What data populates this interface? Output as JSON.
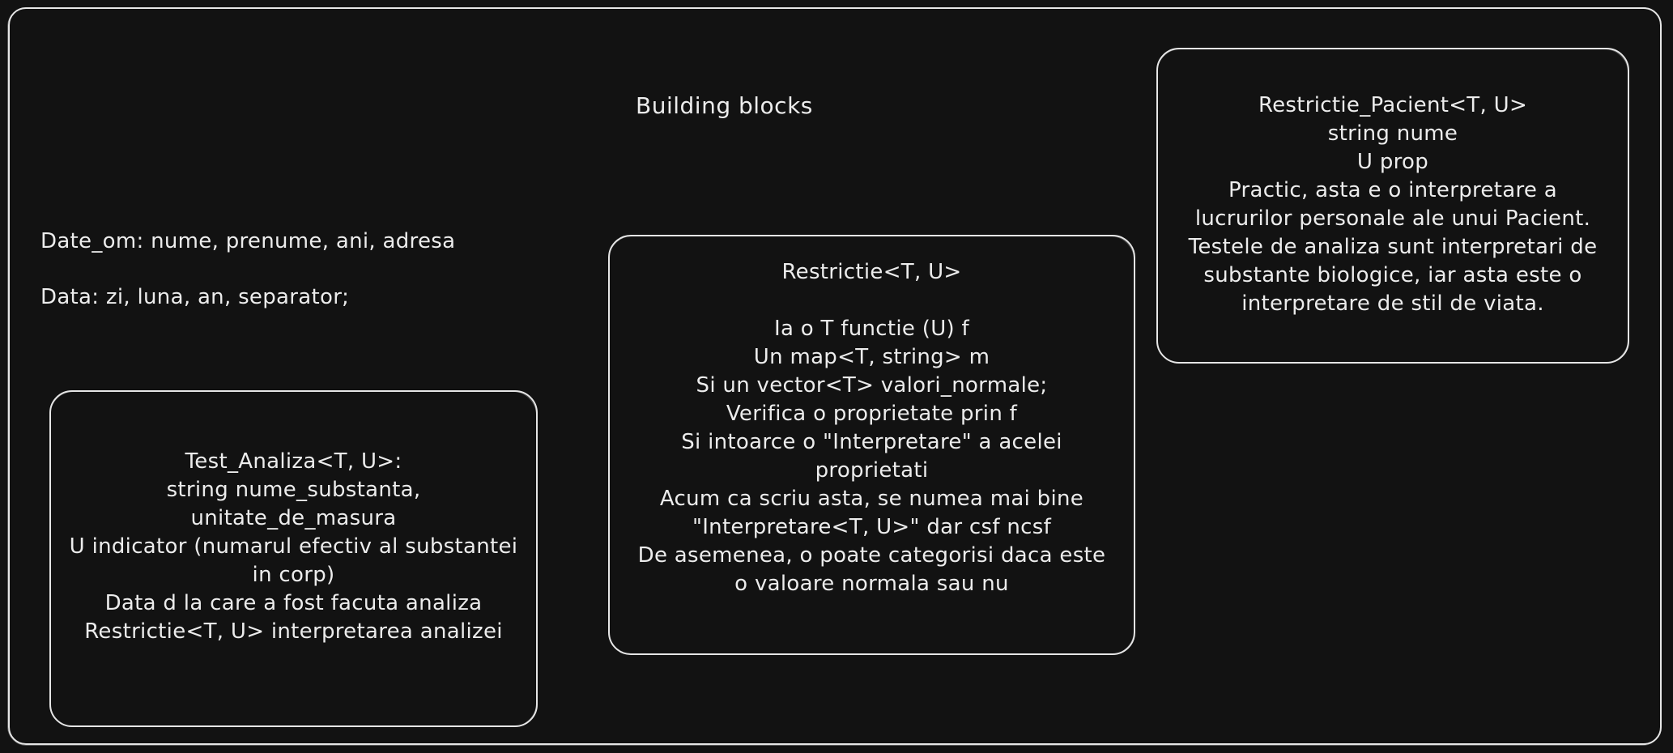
{
  "title": "Building blocks",
  "notes": [
    "Date_om: nume, prenume, ani, adresa",
    "Data: zi, luna, an, separator;"
  ],
  "boxes": {
    "test_analiza": {
      "lines": [
        "Test_Analiza<T, U>:",
        "string nume_substanta,",
        "unitate_de_masura",
        "U indicator (numarul efectiv al substantei",
        "in corp)",
        "Data d la care a fost facuta analiza",
        "Restrictie<T, U> interpretarea analizei"
      ]
    },
    "restrictie": {
      "heading": "Restrictie<T, U>",
      "lines": [
        "Ia o T functie (U) f",
        "Un map<T, string> m",
        "Si un vector<T> valori_normale;",
        "Verifica o proprietate prin f",
        "Si intoarce o \"Interpretare\" a acelei",
        "proprietati",
        "Acum ca scriu asta, se numea mai bine",
        "\"Interpretare<T, U>\" dar csf ncsf",
        "De asemenea, o poate categorisi daca este",
        "o valoare normala sau nu"
      ]
    },
    "restrictie_pacient": {
      "lines": [
        "Restrictie_Pacient<T, U>",
        "string nume",
        "U prop",
        "Practic, asta e o interpretare a",
        "lucrurilor personale ale unui Pacient.",
        "Testele de analiza sunt interpretari de",
        "substante biologice, iar asta este o",
        "interpretare de stil de viata."
      ]
    }
  }
}
